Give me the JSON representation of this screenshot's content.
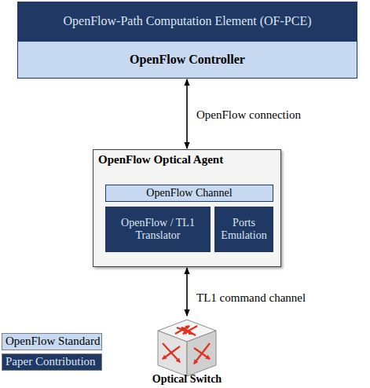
{
  "diagram": {
    "nodes": [
      {
        "text": [
          "OpenFlow-Path Computation Element (OF-PCE)"
        ]
      },
      {
        "text": [
          "OpenFlow Controller"
        ]
      },
      {
        "text": [
          "OpenFlow Optical Agent"
        ]
      },
      {
        "text": [
          "OpenFlow Channel"
        ],
        "in": 2
      },
      {
        "text": [
          "OpenFlow / TL1 Translator"
        ],
        "in": 2
      },
      {
        "text": [
          "Ports Emulation"
        ],
        "in": 2
      },
      {
        "text": [
          "Optical Switch"
        ]
      }
    ],
    "edges": [
      {
        "from": 1,
        "to": 2,
        "label": "OpenFlow connection",
        "arrow": "both"
      },
      {
        "from": 2,
        "to": 6,
        "label": "TL1 command channel",
        "arrow": "both"
      }
    ],
    "legend": [
      {
        "text": "OpenFlow Standard",
        "color": "#c6d9f1"
      },
      {
        "text": "Paper Contribution",
        "color": "#1f3864"
      }
    ]
  }
}
